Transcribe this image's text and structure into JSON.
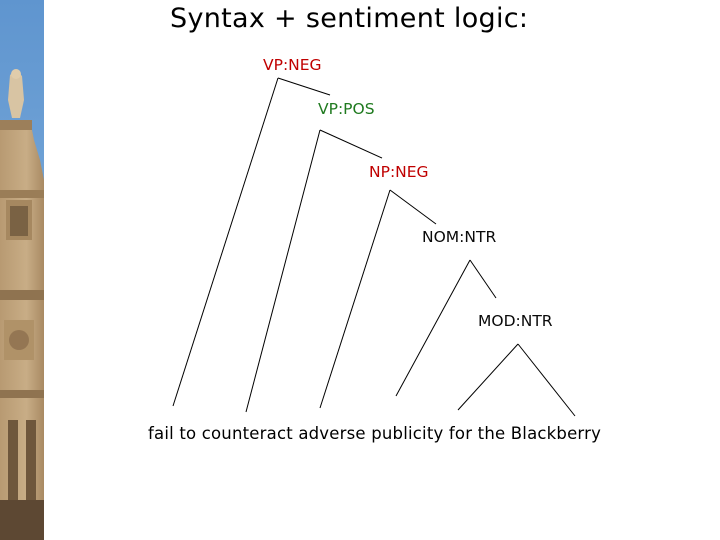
{
  "slide": {
    "title": "Syntax + sentiment logic:"
  },
  "colors": {
    "negative": "#c00000",
    "positive": "#1f7a1f",
    "neutral": "#0a0a0a"
  },
  "tree": {
    "nodes": [
      {
        "id": "vp_neg",
        "label": "VP:NEG",
        "sentiment": "negative"
      },
      {
        "id": "vp_pos",
        "label": "VP:POS",
        "sentiment": "positive"
      },
      {
        "id": "np_neg",
        "label": "NP:NEG",
        "sentiment": "negative"
      },
      {
        "id": "nom_ntr",
        "label": "NOM:NTR",
        "sentiment": "neutral"
      },
      {
        "id": "mod_ntr",
        "label": "MOD:NTR",
        "sentiment": "neutral"
      }
    ],
    "sentence": "fail to counteract adverse publicity for the Blackberry"
  }
}
